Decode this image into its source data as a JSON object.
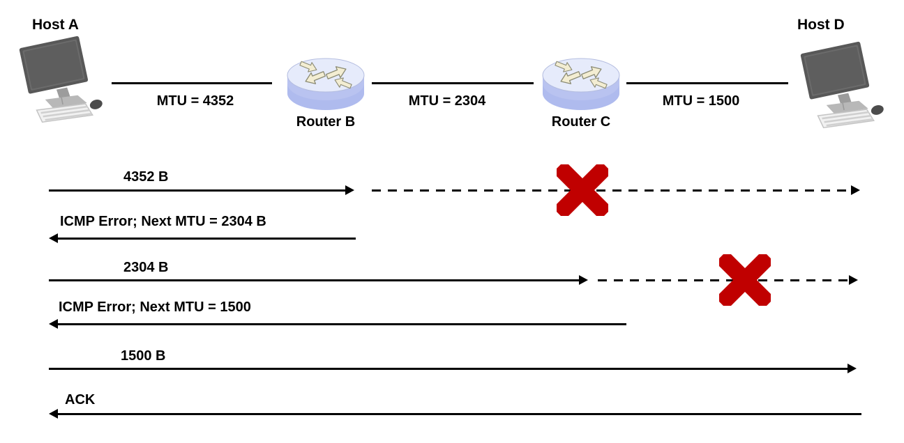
{
  "topology": {
    "hosts": [
      {
        "label": "Host A"
      },
      {
        "label": "Host D"
      }
    ],
    "routers": [
      {
        "label": "Router B"
      },
      {
        "label": "Router C"
      }
    ],
    "links": [
      {
        "label": "MTU = 4352",
        "mtu": 4352
      },
      {
        "label": "MTU = 2304",
        "mtu": 2304
      },
      {
        "label": "MTU = 1500",
        "mtu": 1500
      }
    ]
  },
  "messages": [
    {
      "label": "4352 B",
      "direction": "right",
      "status": "dropped"
    },
    {
      "label": "ICMP Error; Next MTU = 2304 B",
      "direction": "left",
      "status": "delivered"
    },
    {
      "label": "2304 B",
      "direction": "right",
      "status": "dropped"
    },
    {
      "label": "ICMP Error; Next MTU = 1500",
      "direction": "left",
      "status": "delivered"
    },
    {
      "label": "1500 B",
      "direction": "right",
      "status": "delivered"
    },
    {
      "label": "ACK",
      "direction": "left",
      "status": "delivered"
    }
  ],
  "colors": {
    "line": "#000000",
    "text": "#000000",
    "drop_x": "#c00000",
    "router_top": "#e6ebfb",
    "router_body": "#b9c3f0",
    "router_arrow": "#f3edd2"
  }
}
